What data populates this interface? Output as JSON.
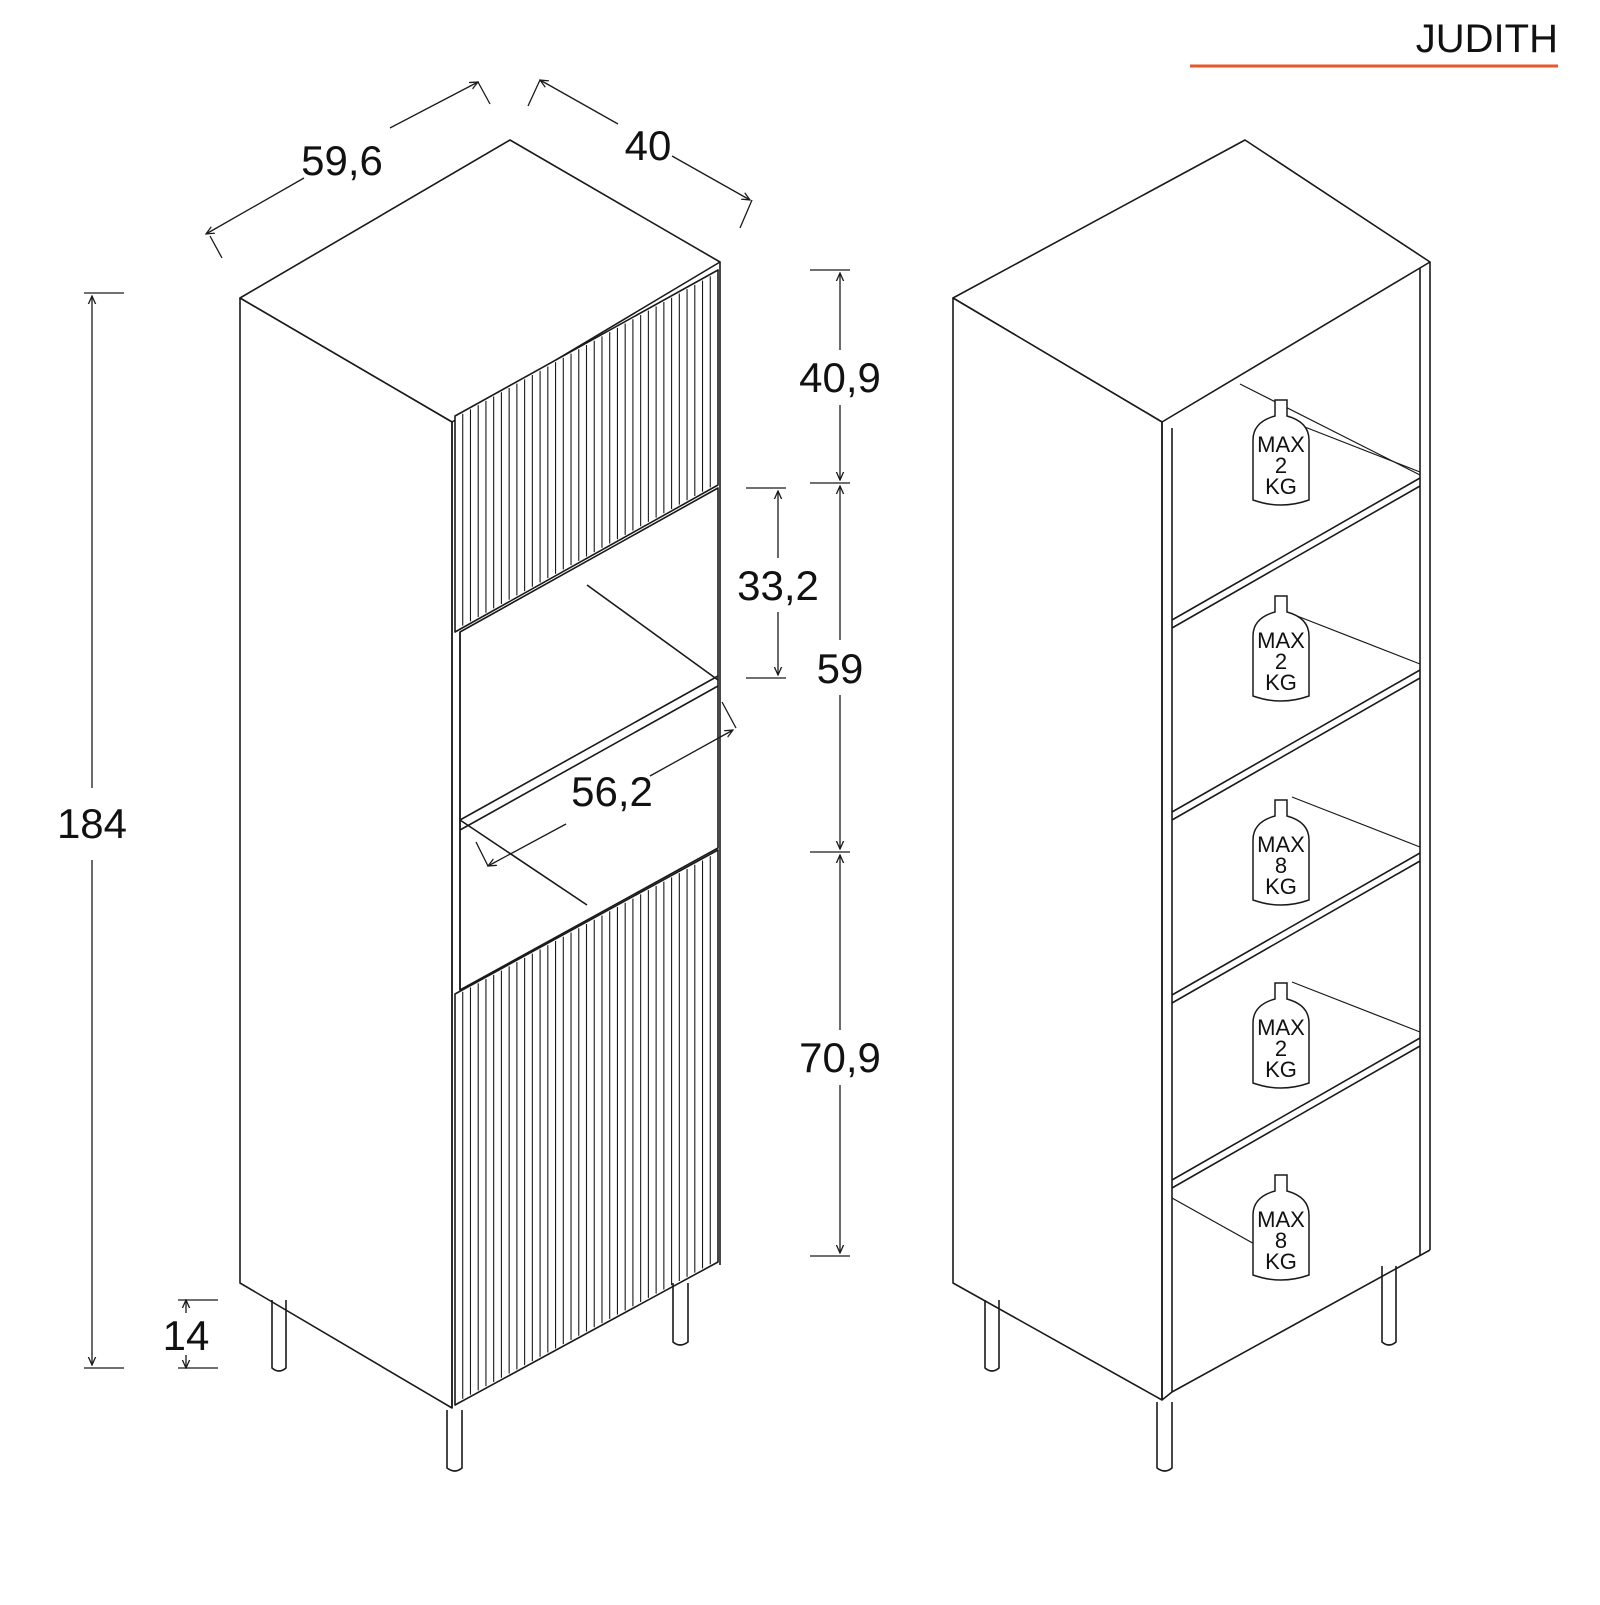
{
  "title": "JUDITH",
  "colors": {
    "accent": "#e8562a",
    "line": "#1a1a1a"
  },
  "dimensions": {
    "width": "59,6",
    "depth": "40",
    "total_height": "184",
    "leg_height": "14",
    "upper_door": "40,9",
    "niche_height": "33,2",
    "middle_section": "59",
    "inner_width": "56,2",
    "lower_door": "70,9"
  },
  "shelves": [
    {
      "line1": "MAX",
      "line2": "2",
      "line3": "KG"
    },
    {
      "line1": "MAX",
      "line2": "2",
      "line3": "KG"
    },
    {
      "line1": "MAX",
      "line2": "8",
      "line3": "KG"
    },
    {
      "line1": "MAX",
      "line2": "2",
      "line3": "KG"
    },
    {
      "line1": "MAX",
      "line2": "8",
      "line3": "KG"
    }
  ]
}
